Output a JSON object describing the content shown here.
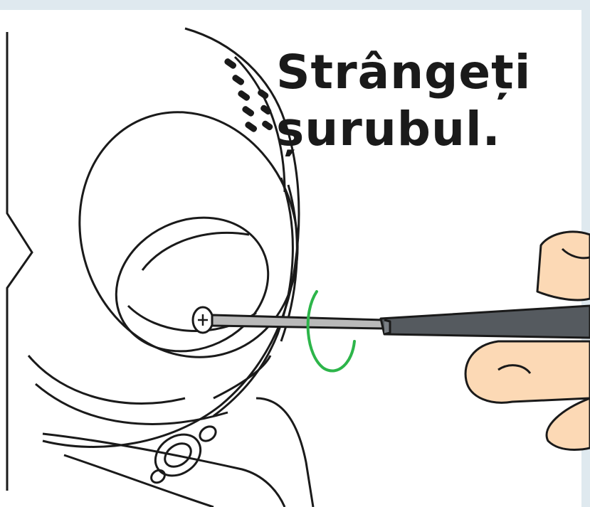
{
  "instruction": {
    "line1": "Strângeți",
    "line2": "șurubul."
  },
  "colors": {
    "outline": "#1a1a1a",
    "rotation_arrow": "#2db54a",
    "skin": "#fcd9b5",
    "screwdriver_handle": "#555a5f",
    "screwdriver_shaft": "#b9b9b9",
    "border_band": "#dfe9ef"
  },
  "icons": [
    "camera-dome",
    "screw",
    "screwdriver",
    "hand",
    "rotation-arrow"
  ]
}
